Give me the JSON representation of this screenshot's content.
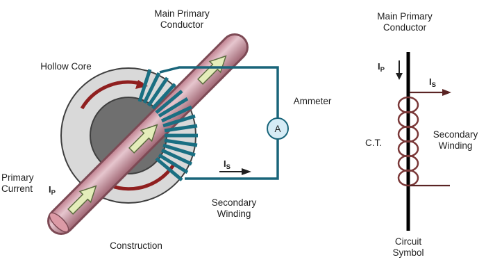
{
  "construction": {
    "main_primary_conductor_line1": "Main Primary",
    "main_primary_conductor_line2": "Conductor",
    "hollow_core": "Hollow Core",
    "ammeter": "Ammeter",
    "ammeter_symbol": "A",
    "i_p": {
      "base": "I",
      "sub": "P"
    },
    "i_s": {
      "base": "I",
      "sub": "S"
    },
    "primary_line1": "Primary",
    "primary_line2": "Current",
    "secondary_line1": "Secondary",
    "secondary_line2": "Winding",
    "caption": "Construction"
  },
  "symbol": {
    "main_primary_conductor_line1": "Main Primary",
    "main_primary_conductor_line2": "Conductor",
    "i_p": {
      "base": "I",
      "sub": "P"
    },
    "i_s": {
      "base": "I",
      "sub": "S"
    },
    "ct": "C.T.",
    "secondary_line1": "Secondary",
    "secondary_line2": "Winding",
    "caption_line1": "Circuit",
    "caption_line2": "Symbol"
  },
  "colors": {
    "winding_teal": "#1a6f82",
    "wire_teal": "#19657a",
    "core_gray": "#d9d9d9",
    "core_hole_gray": "#6f6f6f",
    "rod_pink": "#d9a8b4",
    "rod_edge": "#7d4a55",
    "current_arrow_green": "#e4edba",
    "flux_arrow_red": "#8f1f1f",
    "coil_maroon": "#7a3838",
    "ammeter_fill": "#d6ecf6",
    "text": "#1f1f1f",
    "background": "#ffffff"
  }
}
